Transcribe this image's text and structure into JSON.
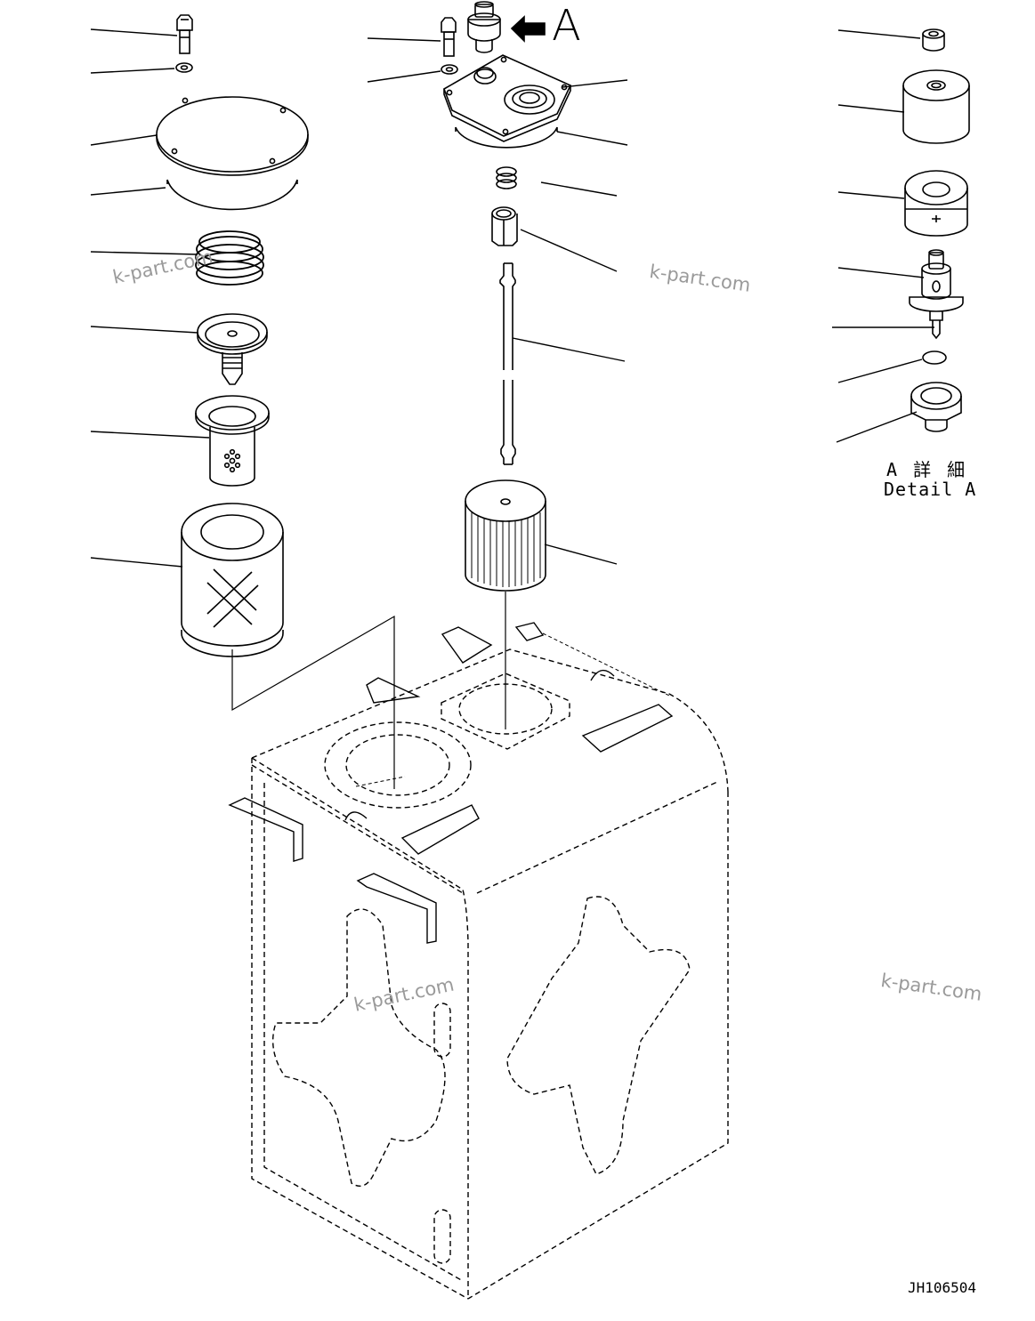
{
  "detail": {
    "marker": "A",
    "label_jp": "A 詳 細",
    "label_en": "Detail A"
  },
  "drawing_number": "JH106504",
  "watermarks": [
    "k-part.com",
    "k-part.com",
    "k-part.com",
    "k-part.com"
  ],
  "line_color": "#000000",
  "watermark_color": "#9a9a9a"
}
